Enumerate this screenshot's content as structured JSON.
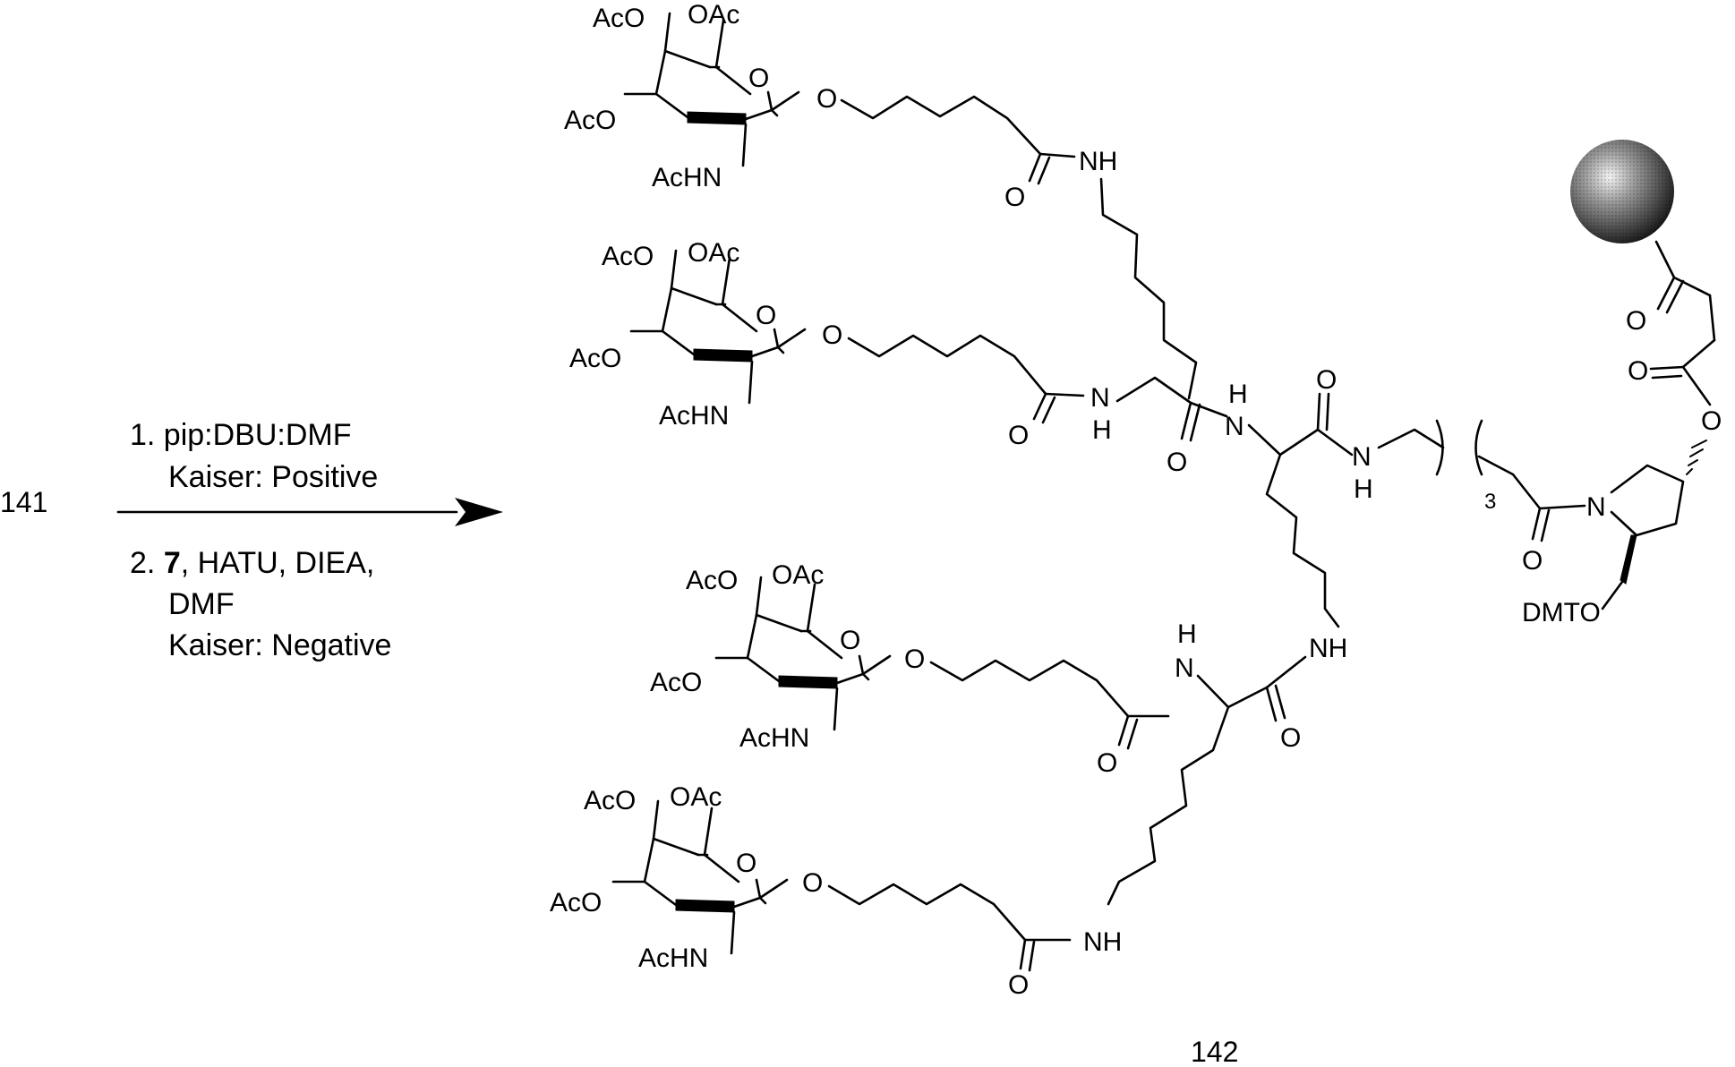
{
  "reactant_label": "141",
  "product_label": "142",
  "conditions": {
    "step1": "1. pip:DBU:DMF",
    "step1_kaiser": "Kaiser: Positive",
    "step2_prefix": "2. ",
    "step2_bold": "7",
    "step2_rest": ", HATU, DIEA,",
    "step2_solvent": "DMF",
    "step2_kaiser": "Kaiser: Negative"
  },
  "atom_labels": {
    "AcO": "AcO",
    "OAc": "OAc",
    "AcHN": "AcHN",
    "O": "O",
    "NH": "NH",
    "N": "N",
    "H": "H",
    "DMTO": "DMTO",
    "sub3": "3"
  },
  "colors": {
    "ink": "#000000",
    "bead_light": "#f4f4f4",
    "bead_dark": "#111111"
  }
}
